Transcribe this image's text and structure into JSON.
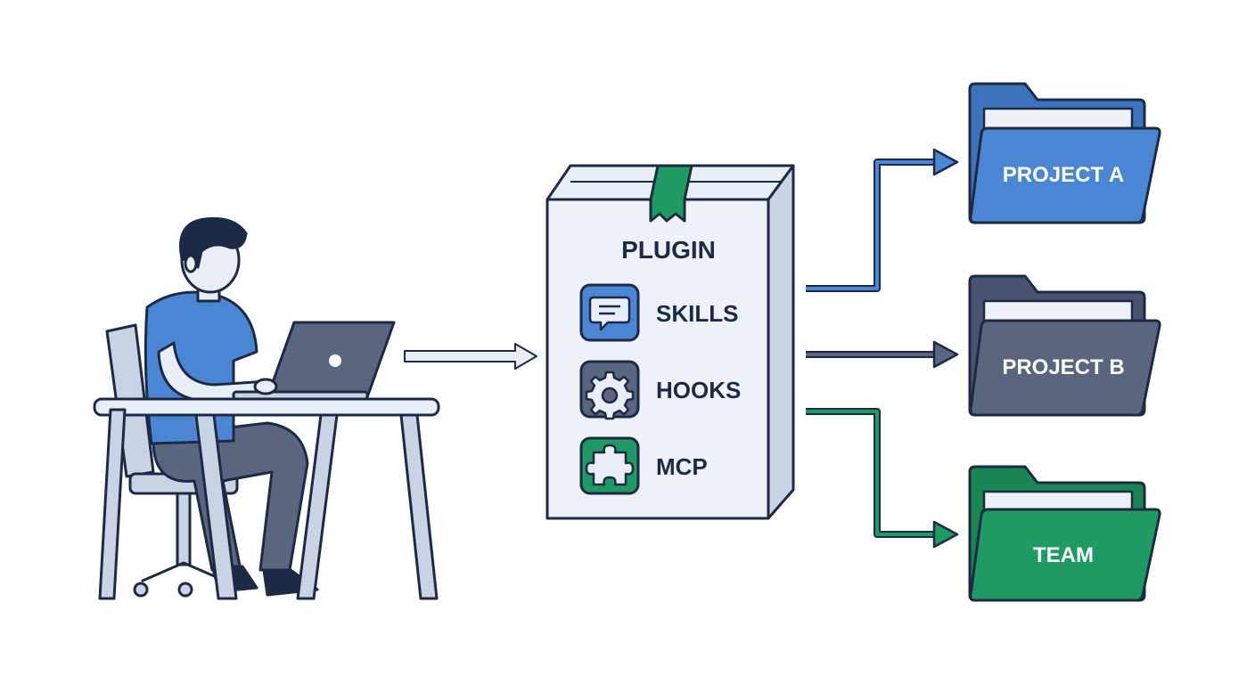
{
  "plugin": {
    "title": "PLUGIN",
    "items": [
      {
        "label": "SKILLS",
        "icon": "chat-bubble-icon",
        "color": "#4a86d4"
      },
      {
        "label": "HOOKS",
        "icon": "gear-icon",
        "color": "#5a6580"
      },
      {
        "label": "MCP",
        "icon": "puzzle-piece-icon",
        "color": "#1f9a63"
      }
    ]
  },
  "targets": [
    {
      "label": "PROJECT A",
      "color": "#4a86d4"
    },
    {
      "label": "PROJECT B",
      "color": "#5a6580"
    },
    {
      "label": "TEAM",
      "color": "#1f9a63"
    }
  ],
  "colors": {
    "outline": "#1d2a45",
    "box_fill": "#e9eef6",
    "shirt": "#4a86d4",
    "laptop": "#5a6580",
    "tape": "#1f9a63",
    "arrow_main": "#c9d3e3"
  }
}
